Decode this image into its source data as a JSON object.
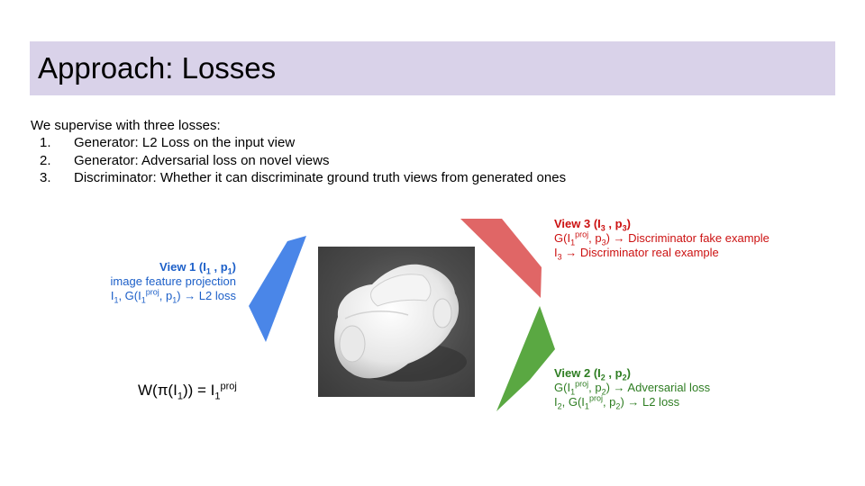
{
  "slide": {
    "title": "Approach: Losses",
    "intro": "We supervise with three losses:",
    "items": [
      {
        "num": "1.",
        "text": "Generator: L2 Loss on the input view"
      },
      {
        "num": "2.",
        "text": "Generator: Adversarial loss on novel views"
      },
      {
        "num": "3.",
        "text": "Discriminator: Whether it can discriminate ground truth views from generated ones"
      }
    ]
  },
  "colors": {
    "title_bg": "#d9d2e9",
    "view1": "#1c5fc8",
    "view2": "#2e7d22",
    "view3": "#cc1111",
    "view1_shape": "#4a86e8",
    "view2_shape": "#5aa842",
    "view3_shape": "#e06666"
  },
  "view1": {
    "heading": "View 1 (I",
    "heading_sub": "1",
    "heading_mid": " , p",
    "heading_sub2": "1",
    "heading_end": ")",
    "line1": "image feature projection",
    "line2_a": "I",
    "line2_sub1": "1",
    "line2_b": ", G(I",
    "line2_sub2": "1",
    "line2_sup": "proj",
    "line2_c": ", p",
    "line2_sub3": "1",
    "line2_d": ") → L2 loss"
  },
  "view3": {
    "heading": "View 3 (I",
    "heading_sub": "3",
    "heading_mid": " , p",
    "heading_sub2": "3",
    "heading_end": ")",
    "line1_a": "G(I",
    "line1_sub1": "1",
    "line1_sup": "proj",
    "line1_b": ", p",
    "line1_sub2": "3",
    "line1_c": ") → Discriminator fake example",
    "line2_a": "I",
    "line2_sub": "3",
    "line2_b": " → Discriminator real example"
  },
  "view2": {
    "heading": "View 2 (I",
    "heading_sub": "2",
    "heading_mid": " , p",
    "heading_sub2": "2",
    "heading_end": ")",
    "line1_a": "G(I",
    "line1_sub1": "1",
    "line1_sup": "proj",
    "line1_b": ", p",
    "line1_sub2": "2",
    "line1_c": ") → Adversarial loss",
    "line2_a": "I",
    "line2_sub1": "2",
    "line2_b": ", G(I",
    "line2_sub2": "1",
    "line2_sup": "proj",
    "line2_c": ", p",
    "line2_sub3": "2",
    "line2_d": ") → L2 loss"
  },
  "formula": {
    "a": "W(π(I",
    "sub1": "1",
    "b": ")) = I",
    "sub2": "1",
    "sup": "proj"
  }
}
